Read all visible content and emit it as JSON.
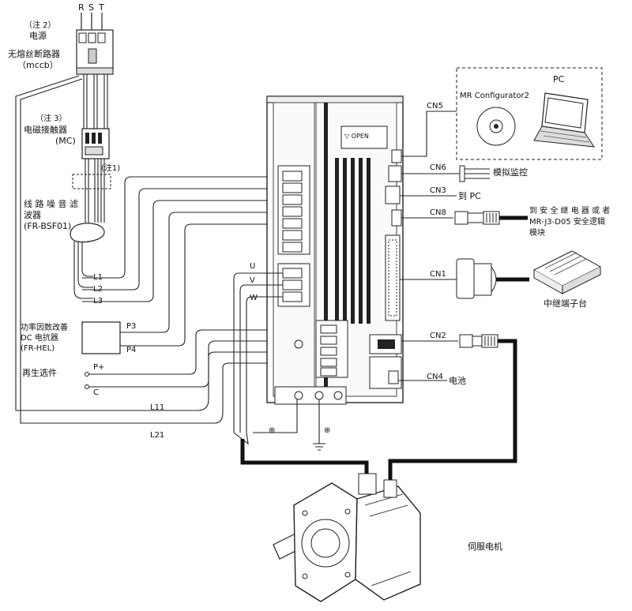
{
  "power": {
    "phases": [
      "R",
      "S",
      "T"
    ],
    "note2": "（注 2）",
    "title": "电源",
    "breaker": "无熔丝断路器",
    "breaker_code": "（mccb）"
  },
  "contactor": {
    "note3": "（注 3）",
    "title": "电磁接触器",
    "code": "(MC)",
    "note1": "(注1)"
  },
  "filter": {
    "line1": "线 路 噪 音 滤",
    "line2": "波器",
    "code": "(FR-BSF01)"
  },
  "reactor": {
    "line1": "功率因数改善",
    "line2": "DC 电抗器",
    "code": "(FR-HEL)"
  },
  "regen": {
    "label": "再生选件"
  },
  "terminals": {
    "L1": "L1",
    "L2": "L2",
    "L3": "L3",
    "P3": "P3",
    "P4": "P4",
    "Pplus": "P+",
    "C": "C",
    "L11": "L11",
    "L21": "L21",
    "U": "U",
    "V": "V",
    "W": "W",
    "ground": "⊕"
  },
  "drive": {
    "open_label": "▽ OPEN"
  },
  "connectors": {
    "CN5": "CN5",
    "CN6": "CN6",
    "CN3": "CN3",
    "CN8": "CN8",
    "CN1": "CN1",
    "CN2": "CN2",
    "CN4": "CN4"
  },
  "peripherals": {
    "pc_title": "PC",
    "software": "MR Configurator2",
    "analog_monitor": "模拟监控",
    "to_pc": "到 PC",
    "safety_line1": "到 安 全 继 电 器 或 者",
    "safety_line2": "MR-J3-D05  安全逻辑",
    "safety_line3": "模块",
    "relay_terminal": "中继端子台",
    "battery": "电池",
    "servo_motor": "伺服电机"
  }
}
